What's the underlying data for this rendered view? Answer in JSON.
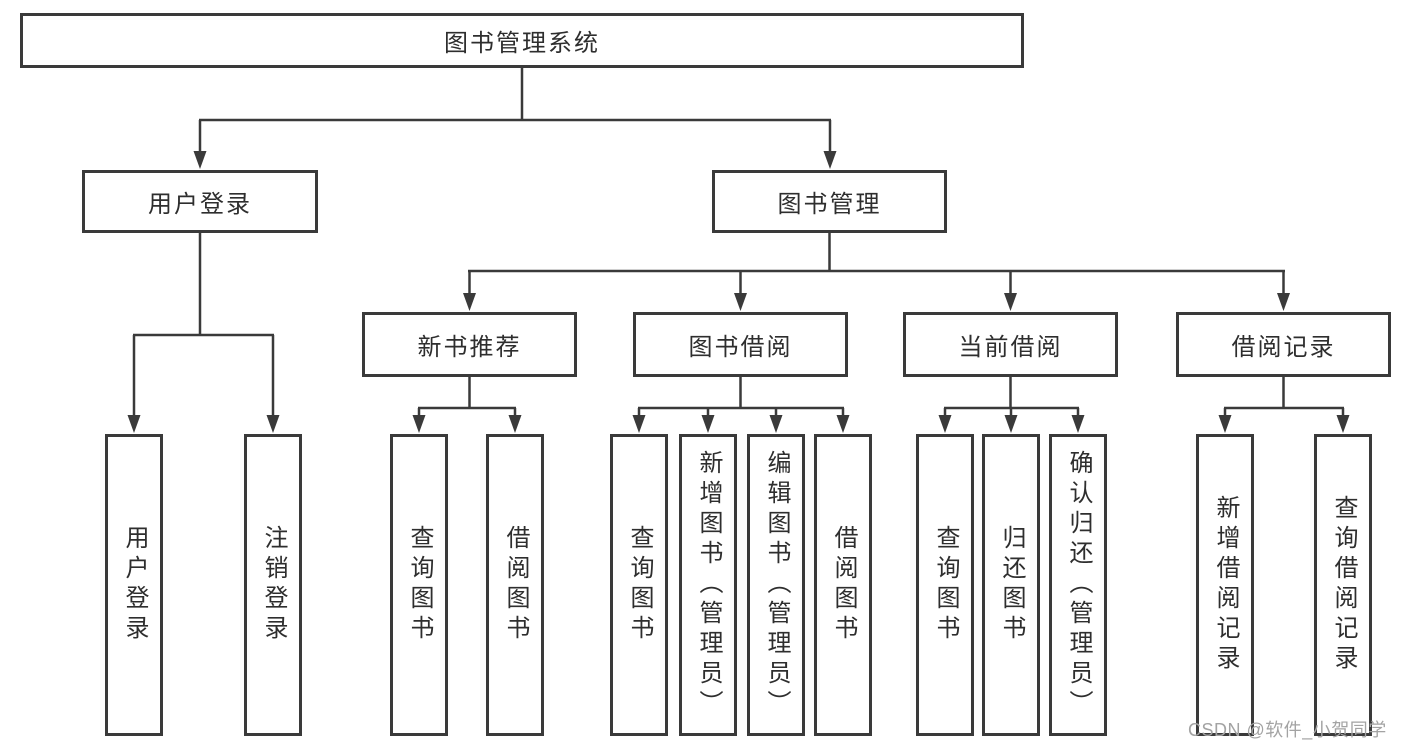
{
  "root": {
    "label": "图书管理系统"
  },
  "branches": [
    {
      "label": "用户登录",
      "children": [
        "用户登录",
        "注销登录"
      ]
    },
    {
      "label": "图书管理",
      "sections": [
        {
          "label": "新书推荐",
          "children": [
            "查询图书",
            "借阅图书"
          ]
        },
        {
          "label": "图书借阅",
          "children": [
            "查询图书",
            "新增图书（管理员）",
            "编辑图书（管理员）",
            "借阅图书"
          ]
        },
        {
          "label": "当前借阅",
          "children": [
            "查询图书",
            "归还图书",
            "确认归还（管理员）"
          ]
        },
        {
          "label": "借阅记录",
          "children": [
            "新增借阅记录",
            "查询借阅记录"
          ]
        }
      ]
    }
  ],
  "watermark": "CSDN @软件_小贺同学",
  "colors": {
    "line": "#3a3a3a",
    "text": "#2e2e2e",
    "box_fill": "#ffffff",
    "watermark": "#a3a3a3"
  }
}
